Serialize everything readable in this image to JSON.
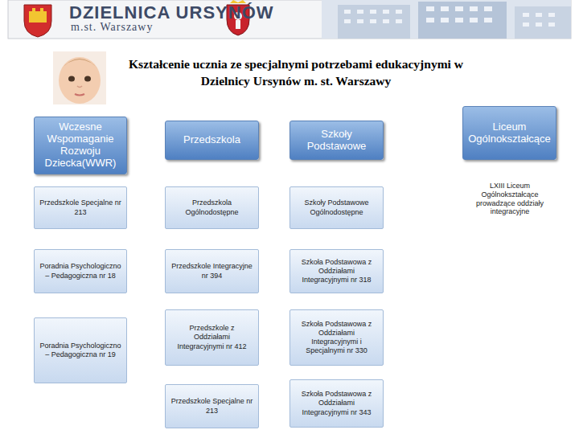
{
  "diagram": {
    "title": "Kształcenie ucznia ze specjalnymi potrzebami edukacyjnymi w Dzielnicy Ursynów m. st. Warszawy",
    "nodes": [
      {
        "text": [
          "Wczesne Wspomaganie Rozwoju Dziecka(WWR)"
        ]
      },
      {
        "text": [
          "Przedszkola"
        ]
      },
      {
        "text": [
          "Szkoły Podstawowe"
        ]
      },
      {
        "text": [
          "Liceum Ogólnokształcące"
        ]
      },
      {
        "text": [
          "Przedszkole Specjalne nr 213"
        ]
      },
      {
        "text": [
          "Przedszkola Ogólnodostępne"
        ]
      },
      {
        "text": [
          "Szkoły Podstawowe Ogólnodostępne"
        ]
      },
      {
        "text": [
          "Poradnia Psychologiczno – Pedagogiczna nr 18"
        ]
      },
      {
        "text": [
          "Przedszkole Integracyjne nr 394"
        ]
      },
      {
        "text": [
          "Szkoła Podstawowa z Oddziałami Integracyjnymi nr 318"
        ]
      },
      {
        "text": [
          "Poradnia Psychologiczno – Pedagogiczna nr 19"
        ]
      },
      {
        "text": [
          "Przedszkole z Oddziałami Integracyjnymi nr 412"
        ]
      },
      {
        "text": [
          "Szkoła Podstawowa z Oddziałami Integracyjnymi i Specjalnymi nr 330"
        ]
      },
      {
        "text": [
          "Przedszkole Specjalne nr 213"
        ]
      },
      {
        "text": [
          "Szkoła Podstawowa z Oddziałami Integracyjnymi nr 343"
        ]
      }
    ],
    "labels": [
      "DZIELNICA URSYNÓW",
      "m.st. Warszawy",
      "LXIII Liceum Ogólnokształcące prowadzące oddziały integracyjne"
    ]
  }
}
